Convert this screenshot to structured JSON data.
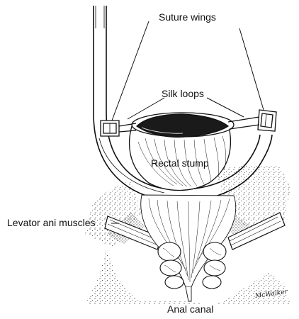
{
  "labels": {
    "suture_wings": "Suture wings",
    "silk_loops": "Silk loops",
    "rectal_stump": "Rectal stump",
    "levator_ani": "Levator ani muscles",
    "anal_canal": "Anal canal"
  },
  "signature": "McWalker",
  "colors": {
    "ink": "#111111",
    "paper": "#ffffff"
  }
}
